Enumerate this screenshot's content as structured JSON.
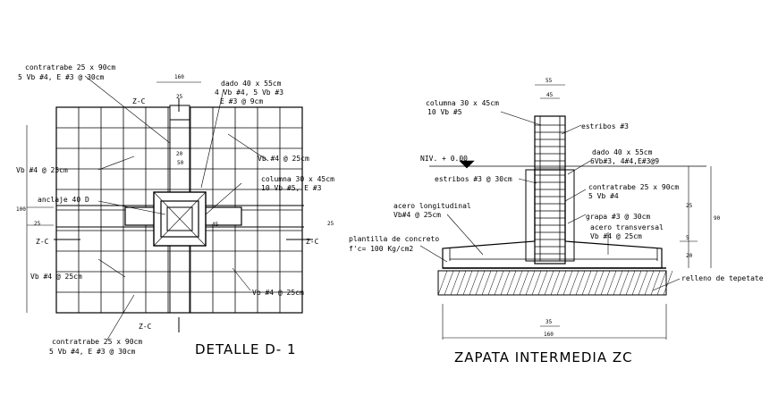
{
  "plan": {
    "title": "DETALLE D- 1",
    "labels": {
      "contratrabe_top_1": "contratrabe 25 x 90cm",
      "contratrabe_top_2": "5 Vb #4, E #3 @ 30cm",
      "dado_1": "dado 40 x 55cm",
      "dado_2": "4 Vb #4, 5 Vb #3",
      "dado_3": "E #3 @ 9cm",
      "vb_left": "Vb #4 @ 25cm",
      "vb_right_top": "Vb #4 @ 25cm",
      "columna_1": "columna 30 x 45cm",
      "columna_2": "10 Vb #5, E #3",
      "anclaje": "anclaje 40 D",
      "vb_bottom_left": "Vb #4 @ 25cm",
      "vb_bottom_right": "Vb #4 @ 25cm",
      "contratrabe_bot_1": "contratrabe 25 x 90cm",
      "contratrabe_bot_2": "5 Vb #4, E #3 @ 30cm",
      "zc_top": "Z-C",
      "zc_left": "Z-C",
      "zc_right": "Z-C",
      "zc_bottom": "Z-C"
    },
    "dims": {
      "d160": "160",
      "d25a": "25",
      "d50": "50",
      "d20": "20",
      "d45": "45",
      "d100": "100",
      "d25b": "25",
      "d25c": "25"
    }
  },
  "section": {
    "title": "ZAPATA INTERMEDIA ZC",
    "labels": {
      "columna_1": "columna 30 x 45cm",
      "columna_2": "10 Vb #5",
      "estribos_top": "estribos #3",
      "level": "NIV. + 0.00",
      "estribos_bot": "estribos #3 @ 30cm",
      "dado_1": "dado 40 x 55cm",
      "dado_2": "6Vb#3, 4#4,E#3@9",
      "contratrabe_1": "contratrabe 25 x 90cm",
      "contratrabe_2": "5 Vb #4",
      "acero_long_1": "acero longitudinal",
      "acero_long_2": "Vb#4 @ 25cm",
      "grapa": "grapa #3 @ 30cm",
      "acero_trans_1": "acero transversal",
      "acero_trans_2": "Vb #4 @ 25cm",
      "plantilla_1": "plantilla de concreto",
      "plantilla_2": "f'c= 100 Kg/cm2",
      "relleno": "relleno de tepetate"
    },
    "dims": {
      "d55": "55",
      "d45": "45",
      "d25": "25",
      "d90": "90",
      "d20": "20",
      "d5": "5",
      "d160": "160",
      "d35": "35"
    }
  }
}
